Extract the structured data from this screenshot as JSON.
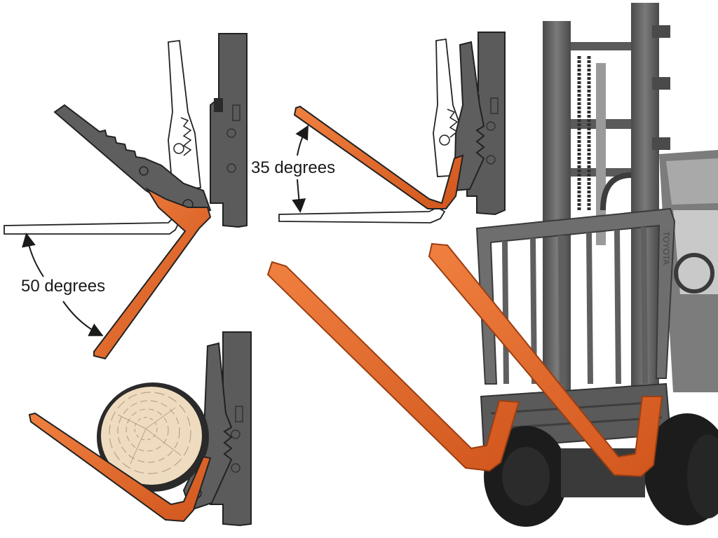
{
  "labels": {
    "angle_50": "50 degrees",
    "angle_35": "35 degrees"
  },
  "colors": {
    "fork_orange": "#e2652b",
    "fork_orange_dark": "#b94a1a",
    "carriage_grey": "#5b5b5b",
    "carriage_dark": "#3d3d3d",
    "outline": "#222222",
    "log_wood": "#efdcc0",
    "log_bark": "#2a2a2a",
    "mast_grey": "#6a6a6a",
    "tire_black": "#1c1c1c"
  },
  "figure": {
    "panels": [
      {
        "name": "fork-tilted-50-degrees",
        "angle_degrees": 50
      },
      {
        "name": "fork-tilted-35-degrees",
        "angle_degrees": 35
      },
      {
        "name": "fork-clamping-log"
      }
    ],
    "photo": {
      "name": "forklift-with-orange-forks"
    }
  }
}
